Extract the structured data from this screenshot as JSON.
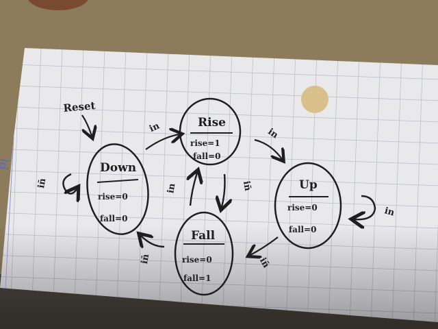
{
  "photo": {
    "subject": "hand-drawn state machine diagram on grid paper"
  },
  "diagram": {
    "reset_label": "Reset",
    "margin_mark": "PI",
    "states": [
      {
        "name": "Down",
        "outputs": [
          "rise=0",
          "fall=0"
        ]
      },
      {
        "name": "Rise",
        "outputs": [
          "rise=1",
          "fall=0"
        ]
      },
      {
        "name": "Up",
        "outputs": [
          "rise=0",
          "fall=0"
        ]
      },
      {
        "name": "Fall",
        "outputs": [
          "rise=0",
          "fall=1"
        ]
      }
    ],
    "transitions": [
      {
        "from": "Down",
        "to": "Down",
        "label": "in̄"
      },
      {
        "from": "Down",
        "to": "Rise",
        "label": "in"
      },
      {
        "from": "Rise",
        "to": "Up",
        "label": "in"
      },
      {
        "from": "Rise",
        "to": "Fall",
        "label": "in̄"
      },
      {
        "from": "Up",
        "to": "Up",
        "label": "in"
      },
      {
        "from": "Up",
        "to": "Fall",
        "label": "in̄"
      },
      {
        "from": "Fall",
        "to": "Rise",
        "label": "in"
      },
      {
        "from": "Fall",
        "to": "Down",
        "label": "in̄"
      }
    ]
  },
  "colors": {
    "background": "#8a7a5a",
    "paper": "#e9e9ec",
    "grid": "#aeb3be",
    "ink": "#1e1e1e",
    "hole": "#d9c08a"
  }
}
